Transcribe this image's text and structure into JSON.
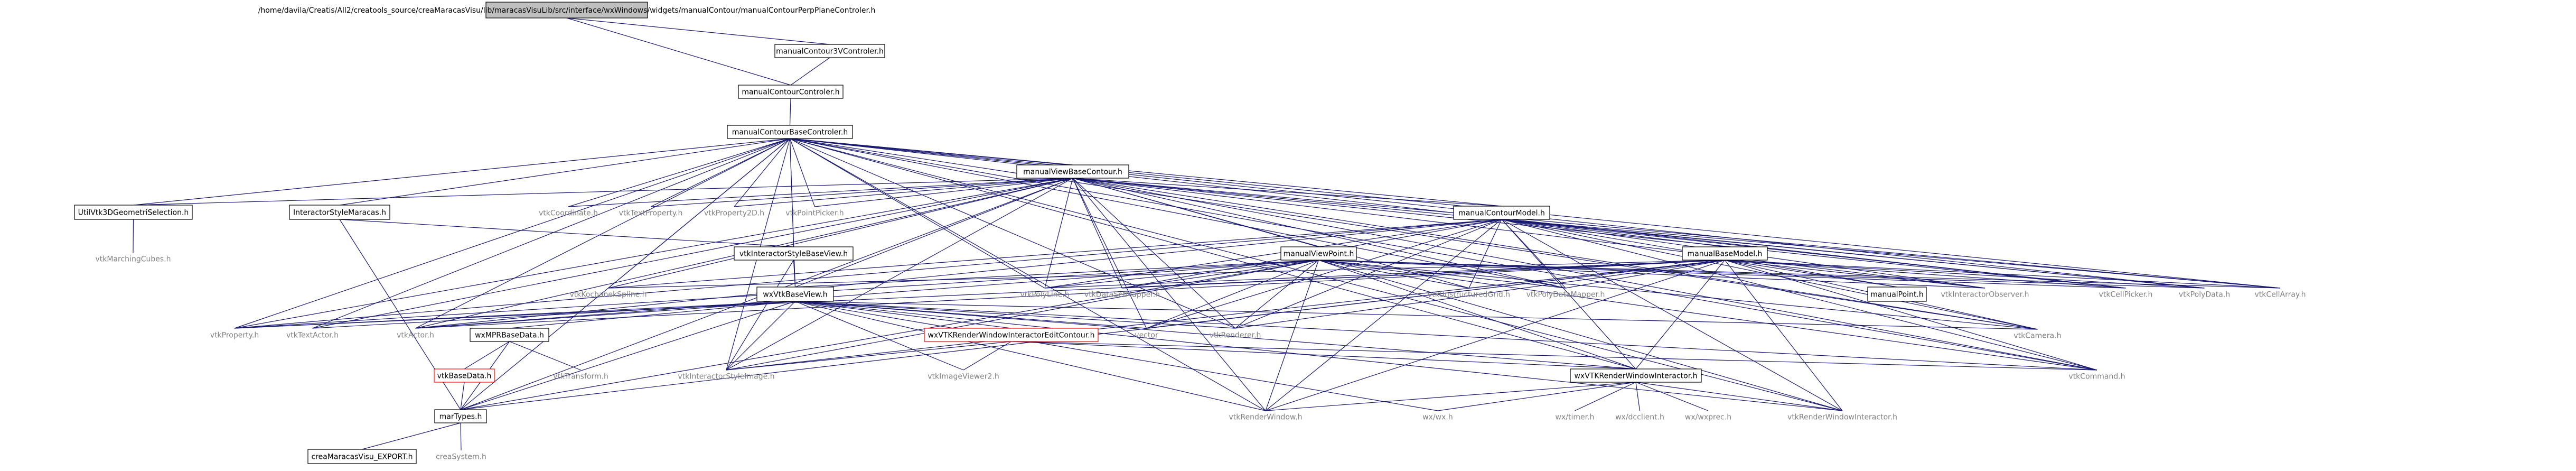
{
  "colors": {
    "edge": "#191970",
    "node_border": "#000000",
    "node_border_red": "#ff0000",
    "root_fill": "#bfbfbf",
    "node_fill": "#ffffff",
    "plain_text": "#808080"
  },
  "nodes": {
    "root": {
      "label": "/home/davila/Creatis/All2/creatools_source/creaMaracasVisu/lib/maracasVisuLib/src/interface/wxWindows/widgets/manualContour/manualContourPerpPlaneControler.h"
    },
    "manualContour3VControler": {
      "label": "manualContour3VControler.h"
    },
    "manualContourControler": {
      "label": "manualContourControler.h"
    },
    "manualContourBaseControler": {
      "label": "manualContourBaseControler.h"
    },
    "manualViewBaseContour": {
      "label": "manualViewBaseContour.h"
    },
    "manualContourModel": {
      "label": "manualContourModel.h"
    },
    "manualViewPoint": {
      "label": "manualViewPoint.h"
    },
    "manualBaseModel": {
      "label": "manualBaseModel.h"
    },
    "UtilVtk3DGeometriSelection": {
      "label": "UtilVtk3DGeometriSelection.h"
    },
    "InteractorStyleMaracas": {
      "label": "InteractorStyleMaracas.h"
    },
    "vtkInteractorStyleBaseView": {
      "label": "vtkInteractorStyleBaseView.h"
    },
    "wxVtkBaseView": {
      "label": "wxVtkBaseView.h"
    },
    "wxMPRBaseData": {
      "label": "wxMPRBaseData.h"
    },
    "vtkBaseData": {
      "label": "vtkBaseData.h"
    },
    "wxVTKRenderWindowInteractorEditContour": {
      "label": "wxVTKRenderWindowInteractorEditContour.h"
    },
    "wxVTKRenderWindowInteractor": {
      "label": "wxVTKRenderWindowInteractor.h"
    },
    "marTypes": {
      "label": "marTypes.h"
    },
    "creaMaracasVisu_EXPORT": {
      "label": "creaMaracasVisu_EXPORT.h"
    },
    "creaSystem": {
      "label": "creaSystem.h"
    },
    "vtkMarchingCubes": {
      "label": "vtkMarchingCubes.h"
    },
    "vtkCoordinate": {
      "label": "vtkCoordinate.h"
    },
    "vtkTextProperty": {
      "label": "vtkTextProperty.h"
    },
    "vtkProperty2D": {
      "label": "vtkProperty2D.h"
    },
    "vtkPointPicker": {
      "label": "vtkPointPicker.h"
    },
    "vtkKochanekSpline": {
      "label": "vtkKochanekSpline.h"
    },
    "vtkPolyLine": {
      "label": "vtkPolyLine.h"
    },
    "vtkDataSetMapper": {
      "label": "vtkDataSetMapper.h"
    },
    "vtkUnstructuredGrid": {
      "label": "vtkUnstructuredGrid.h"
    },
    "vtkPolyDataMapper": {
      "label": "vtkPolyDataMapper.h"
    },
    "manualPoint": {
      "label": "manualPoint.h"
    },
    "vtkInteractorObserver": {
      "label": "vtkInteractorObserver.h"
    },
    "vtkCellPicker": {
      "label": "vtkCellPicker.h"
    },
    "vtkPolyData": {
      "label": "vtkPolyData.h"
    },
    "vtkCellArray": {
      "label": "vtkCellArray.h"
    },
    "vtkProperty": {
      "label": "vtkProperty.h"
    },
    "vtkTextActor": {
      "label": "vtkTextActor.h"
    },
    "vtkActor": {
      "label": "vtkActor.h"
    },
    "vector": {
      "label": "vector"
    },
    "vtkRenderer": {
      "label": "vtkRenderer.h"
    },
    "vtkCamera": {
      "label": "vtkCamera.h"
    },
    "vtkCommand": {
      "label": "vtkCommand.h"
    },
    "vtkTransform": {
      "label": "vtkTransform.h"
    },
    "vtkInteractorStyleImage": {
      "label": "vtkInteractorStyleImage.h"
    },
    "vtkImageViewer2": {
      "label": "vtkImageViewer2.h"
    },
    "vtkRenderWindow": {
      "label": "vtkRenderWindow.h"
    },
    "wxWx": {
      "label": "wx/wx.h"
    },
    "wxTimer": {
      "label": "wx/timer.h"
    },
    "wxDcclient": {
      "label": "wx/dcclient.h"
    },
    "wxWxprec": {
      "label": "wx/wxprec.h"
    },
    "vtkRenderWindowInteractor": {
      "label": "vtkRenderWindowInteractor.h"
    }
  }
}
